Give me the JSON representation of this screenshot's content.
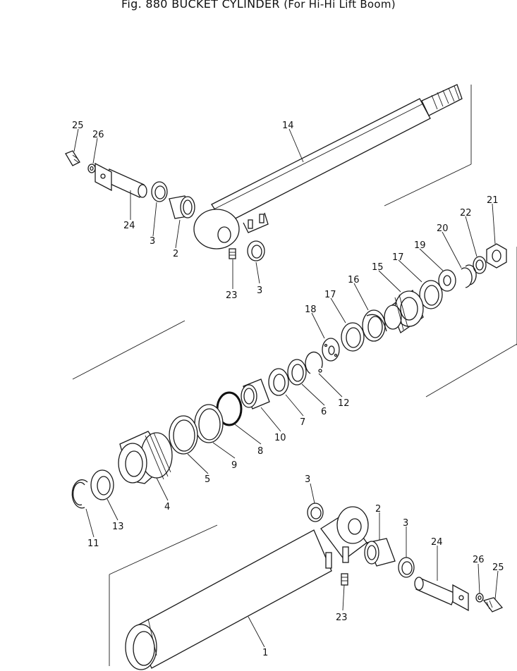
{
  "figure": {
    "number": "Fig. 880",
    "title": "BUCKET CYLINDER",
    "subtitle": "(For Hi-Hi Lift Boom)"
  },
  "parts": [
    {
      "id": "p25a",
      "label": "25"
    },
    {
      "id": "p26a",
      "label": "26"
    },
    {
      "id": "p14",
      "label": "14"
    },
    {
      "id": "p24a",
      "label": "24"
    },
    {
      "id": "p3a",
      "label": "3"
    },
    {
      "id": "p2a",
      "label": "2"
    },
    {
      "id": "p23a",
      "label": "23"
    },
    {
      "id": "p3b",
      "label": "3"
    },
    {
      "id": "p21",
      "label": "21"
    },
    {
      "id": "p22",
      "label": "22"
    },
    {
      "id": "p20",
      "label": "20"
    },
    {
      "id": "p19",
      "label": "19"
    },
    {
      "id": "p17a",
      "label": "17"
    },
    {
      "id": "p15",
      "label": "15"
    },
    {
      "id": "p16",
      "label": "16"
    },
    {
      "id": "p17b",
      "label": "17"
    },
    {
      "id": "p18",
      "label": "18"
    },
    {
      "id": "p12",
      "label": "12"
    },
    {
      "id": "p6",
      "label": "6"
    },
    {
      "id": "p7",
      "label": "7"
    },
    {
      "id": "p10",
      "label": "10"
    },
    {
      "id": "p8",
      "label": "8"
    },
    {
      "id": "p9",
      "label": "9"
    },
    {
      "id": "p5",
      "label": "5"
    },
    {
      "id": "p4",
      "label": "4"
    },
    {
      "id": "p13",
      "label": "13"
    },
    {
      "id": "p11",
      "label": "11"
    },
    {
      "id": "p3c",
      "label": "3"
    },
    {
      "id": "p2b",
      "label": "2"
    },
    {
      "id": "p3d",
      "label": "3"
    },
    {
      "id": "p24b",
      "label": "24"
    },
    {
      "id": "p26b",
      "label": "26"
    },
    {
      "id": "p25b",
      "label": "25"
    },
    {
      "id": "p23b",
      "label": "23"
    },
    {
      "id": "p1",
      "label": "1"
    }
  ]
}
